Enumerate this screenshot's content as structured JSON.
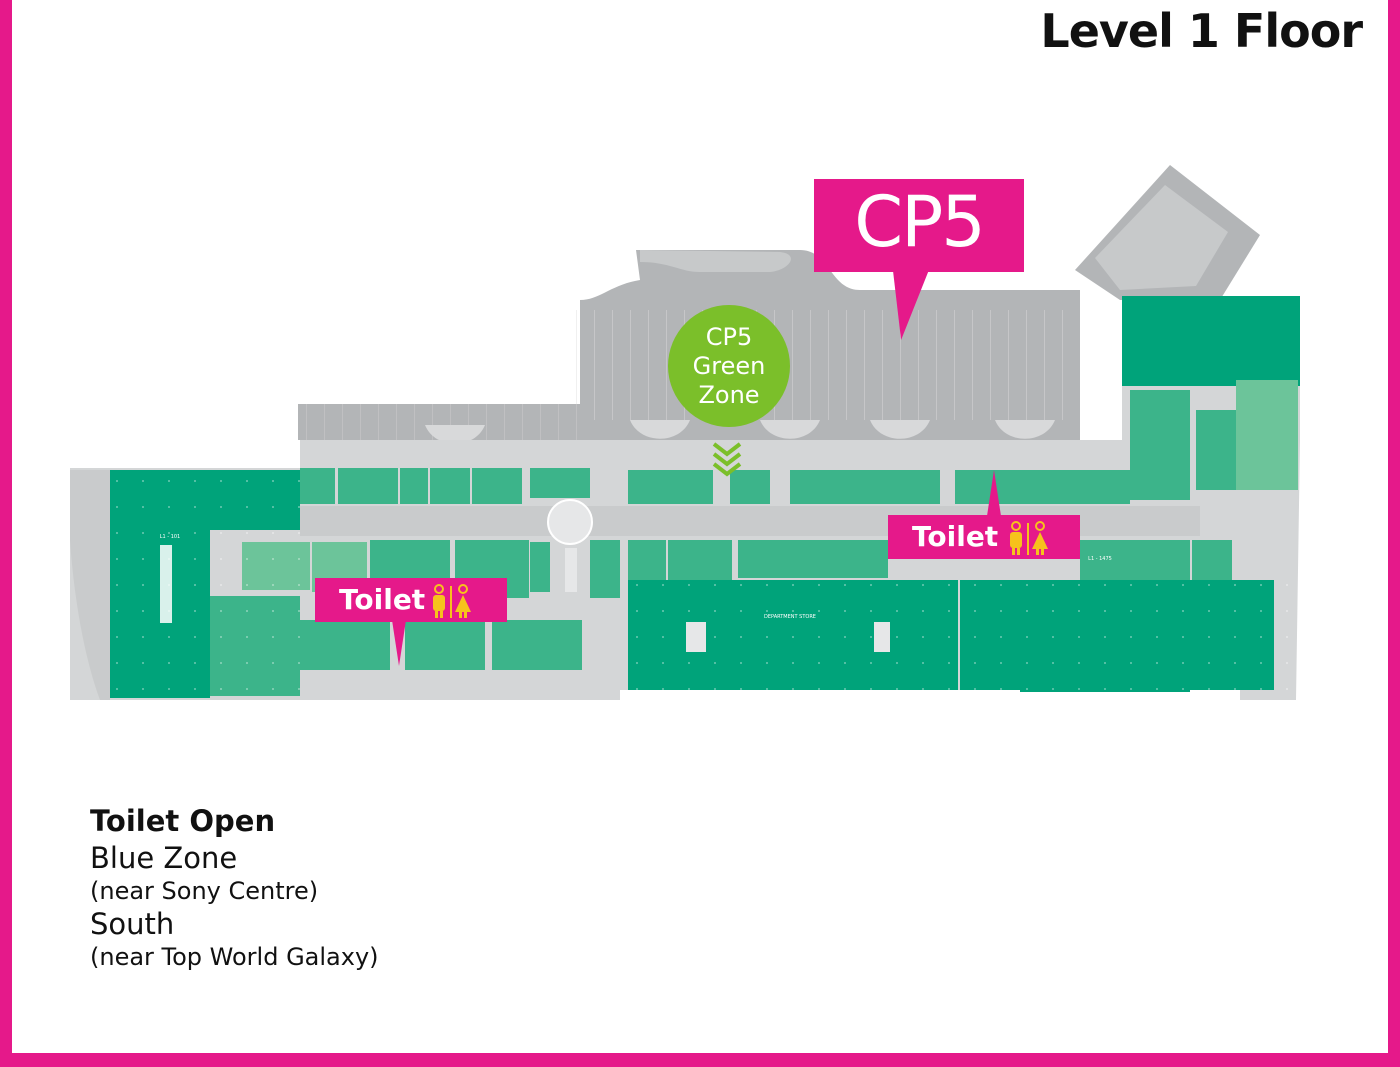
{
  "header": {
    "title": "Level 1 Floor"
  },
  "map": {
    "carpark_callout": "CP5",
    "green_zone": {
      "line1": "CP5",
      "line2": "Green",
      "line3": "Zone"
    },
    "toilet_callouts": [
      {
        "label": "Toilet",
        "icon": "restroom-icon"
      },
      {
        "label": "Toilet",
        "icon": "restroom-icon"
      }
    ],
    "anchor_labels": [
      "DEPARTMENT STORE",
      "L1 - 101",
      "L1 - 1475"
    ],
    "colors": {
      "accent": "#e5198a",
      "green_zone": "#7bbf2a",
      "shop_dark": "#00a37a",
      "shop_mid": "#3cb48a",
      "shop_light": "#6cc49a",
      "corridor": "#c9cbcc",
      "carpark": "#b3b5b7",
      "toilet_icon": "#f6c21c"
    }
  },
  "legend": {
    "heading": "Toilet Open",
    "items": [
      {
        "zone": "Blue Zone",
        "note": "(near Sony Centre)"
      },
      {
        "zone": "South",
        "note": "(near Top World Galaxy)"
      }
    ]
  }
}
